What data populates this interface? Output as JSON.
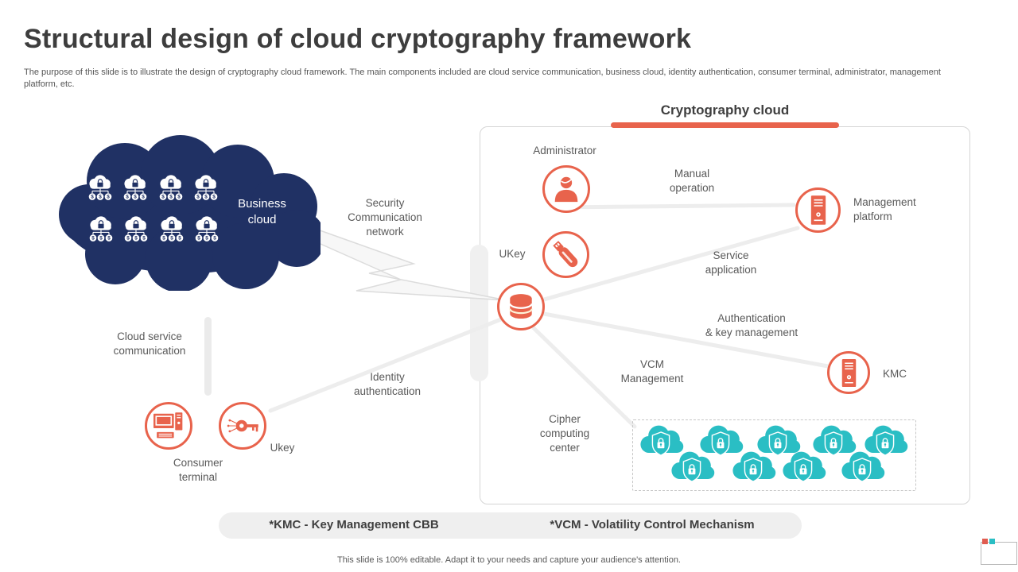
{
  "header": {
    "title": "Structural design of cloud cryptography framework",
    "subtitle": "The purpose of this slide is to illustrate the design of cryptography cloud framework. The main components included are cloud service communication, business cloud, identity authentication, consumer terminal, administrator, management platform, etc."
  },
  "panel": {
    "heading": "Cryptography cloud"
  },
  "left_zone": {
    "business_cloud": "Business\ncloud",
    "security_network": "Security\nCommunication\nnetwork",
    "cloud_service": "Cloud service\ncommunication",
    "identity_auth": "Identity\nauthentication",
    "consumer_terminal": "Consumer\nterminal",
    "ukey": "Ukey"
  },
  "right_zone": {
    "administrator": "Administrator",
    "manual_operation": "Manual\noperation",
    "ukey": "UKey",
    "management_platform": "Management\nplatform",
    "service_application": "Service\napplication",
    "auth_key_mgmt": "Authentication\n& key management",
    "vcm_management": "VCM\nManagement",
    "kmc": "KMC",
    "cipher_center": "Cipher\ncomputing\ncenter"
  },
  "legend": {
    "kmc": "*KMC - Key Management CBB",
    "vcm": "*VCM - Volatility Control Mechanism"
  },
  "footer": {
    "note": "This slide is 100% editable. Adapt it to your needs and capture your audience's attention."
  },
  "colors": {
    "accent_orange": "#e8634c",
    "navy": "#203164",
    "teal": "#2abec4",
    "line_gray": "#ededed",
    "text_gray": "#595959"
  }
}
